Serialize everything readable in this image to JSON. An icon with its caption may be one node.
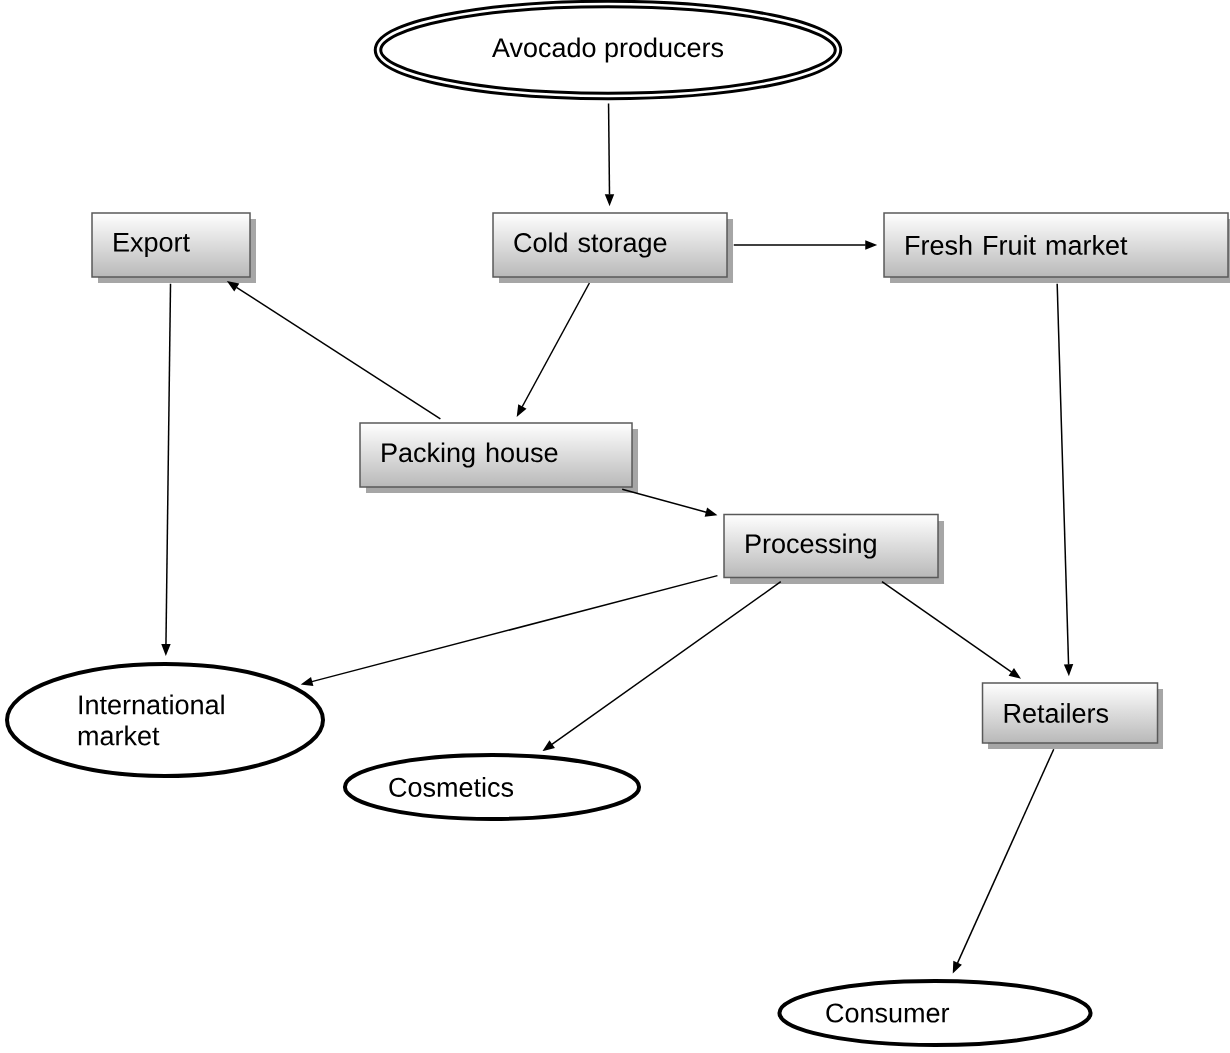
{
  "diagram": {
    "nodes": [
      {
        "text": [
          "Avocado producers"
        ]
      },
      {
        "text": [
          "Export"
        ]
      },
      {
        "text": [
          "Cold storage"
        ]
      },
      {
        "text": [
          "Fresh Fruit market"
        ]
      },
      {
        "text": [
          "Packing house"
        ]
      },
      {
        "text": [
          "Processing"
        ]
      },
      {
        "text": [
          "International market"
        ]
      },
      {
        "text": [
          "Cosmetics"
        ]
      },
      {
        "text": [
          "Retailers"
        ]
      },
      {
        "text": [
          "Consumer"
        ]
      }
    ],
    "edges": [
      {
        "from": 0,
        "to": 2,
        "arrow": "to"
      },
      {
        "from": 2,
        "to": 3,
        "arrow": "to"
      },
      {
        "from": 2,
        "to": 4,
        "arrow": "to"
      },
      {
        "from": 4,
        "to": 1,
        "arrow": "to"
      },
      {
        "from": 4,
        "to": 5,
        "arrow": "to"
      },
      {
        "from": 1,
        "to": 6,
        "arrow": "to"
      },
      {
        "from": 5,
        "to": 6,
        "arrow": "to"
      },
      {
        "from": 5,
        "to": 7,
        "arrow": "to"
      },
      {
        "from": 5,
        "to": 8,
        "arrow": "to"
      },
      {
        "from": 3,
        "to": 8,
        "arrow": "to"
      },
      {
        "from": 8,
        "to": 9,
        "arrow": "to"
      }
    ]
  }
}
